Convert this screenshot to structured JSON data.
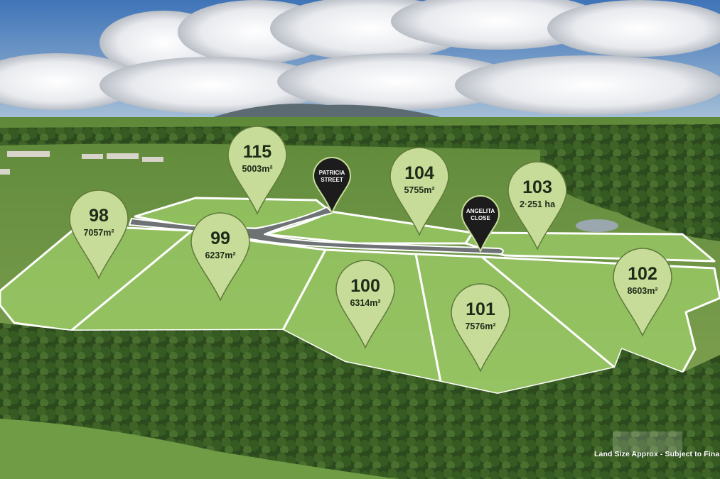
{
  "lots": [
    {
      "number": "98",
      "area": "7057m²"
    },
    {
      "number": "99",
      "area": "6237m²"
    },
    {
      "number": "100",
      "area": "6314m²"
    },
    {
      "number": "101",
      "area": "7576m²"
    },
    {
      "number": "102",
      "area": "8603m²"
    },
    {
      "number": "103",
      "area": "2·251 ha"
    },
    {
      "number": "104",
      "area": "5755m²"
    },
    {
      "number": "115",
      "area": "5003m²"
    }
  ],
  "streets": [
    {
      "line1": "PATRICIA",
      "line2": "STREET"
    },
    {
      "line1": "ANGELITA",
      "line2": "CLOSE"
    }
  ],
  "disclaimer": "Land Size Approx - Subject to Final",
  "colors": {
    "pin_fill": "#c6dc98",
    "pin_stroke": "#5f7a3a",
    "street_pin": "#1c1c1c",
    "lot_fill": "#9fd06a",
    "boundary": "#ffffff",
    "road": "#6e7275"
  }
}
